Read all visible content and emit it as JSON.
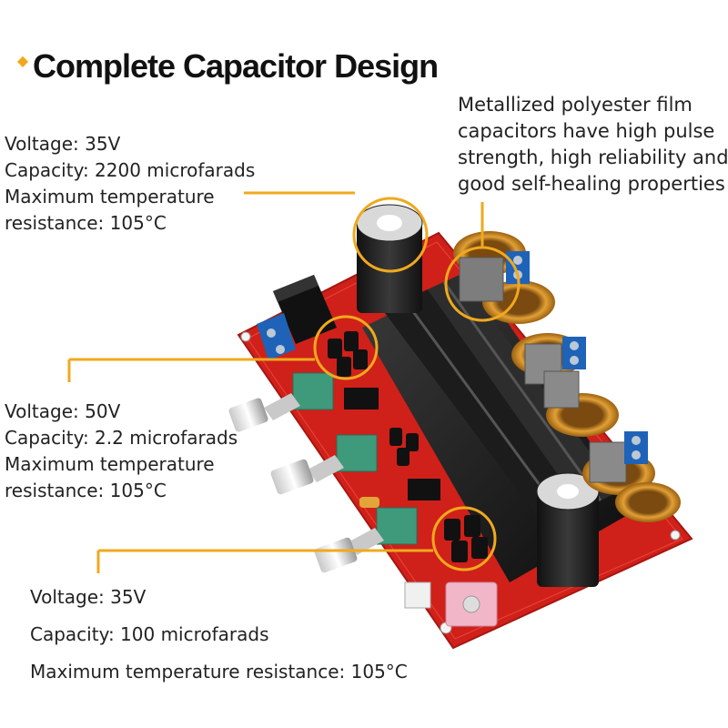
{
  "heading": "Complete Capacitor Design",
  "accent_color": "#f0a91e",
  "board_color": "#d0201a",
  "callouts": {
    "top_left": [
      "Voltage: 35V",
      "Capacity: 2200 microfarads",
      "Maximum temperature",
      "resistance: 105°C"
    ],
    "top_right": [
      "Metallized polyester film",
      "capacitors have high pulse",
      "strength, high reliability and",
      "good self-healing properties"
    ],
    "middle_left": [
      "Voltage: 50V",
      "Capacity: 2.2 microfarads",
      "Maximum temperature",
      "resistance: 105°C"
    ],
    "bottom_left": [
      "Voltage: 35V",
      "Capacity: 100 microfarads",
      "Maximum temperature resistance: 105°C"
    ]
  }
}
